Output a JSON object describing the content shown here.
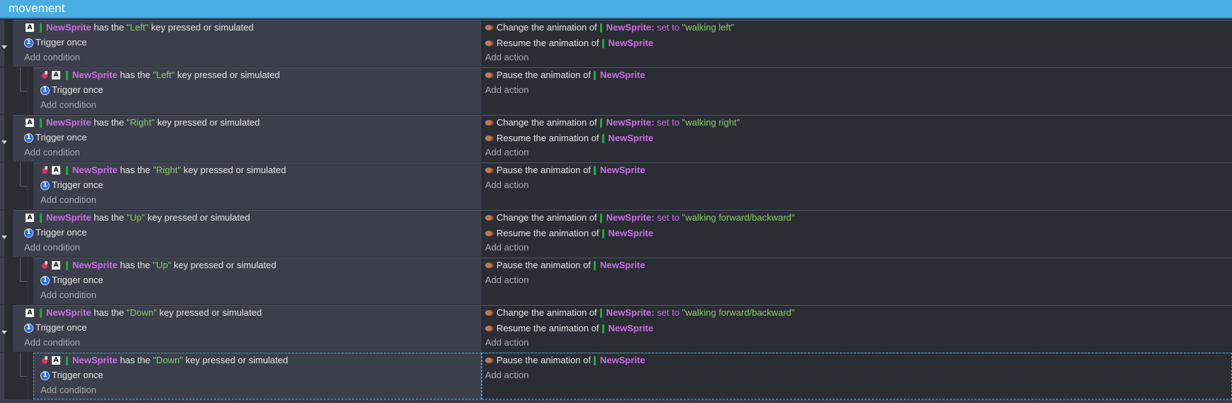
{
  "group": {
    "title": "movement"
  },
  "labels": {
    "has_the": "has the",
    "key_suffix": "key pressed or simulated",
    "trigger_once": "Trigger once",
    "add_condition": "Add condition",
    "add_action": "Add action",
    "change_anim": "Change the animation of",
    "set_to": "set to",
    "resume_anim": "Resume the animation of",
    "pause_anim": "Pause the animation of"
  },
  "object_name": "NewSprite",
  "object_name_colon": "NewSprite:",
  "events": [
    {
      "key": "\"Left\"",
      "animation": "\"walking left\""
    },
    {
      "key": "\"Right\"",
      "animation": "\"walking right\""
    },
    {
      "key": "\"Up\"",
      "animation": "\"walking forward/backward\""
    },
    {
      "key": "\"Down\"",
      "animation": "\"walking forward/backward\""
    }
  ],
  "colors": {
    "header": "#4aaee3",
    "object": "#c86fe0",
    "string": "#8ccb6a",
    "panel": "#3b3f4b",
    "background": "#2a2d34"
  },
  "icons": [
    "keyboard-a-icon",
    "trigger-once-icon",
    "sprite-object-icon",
    "invert-condition-icon",
    "animation-icon",
    "collapse-arrow-icon"
  ]
}
